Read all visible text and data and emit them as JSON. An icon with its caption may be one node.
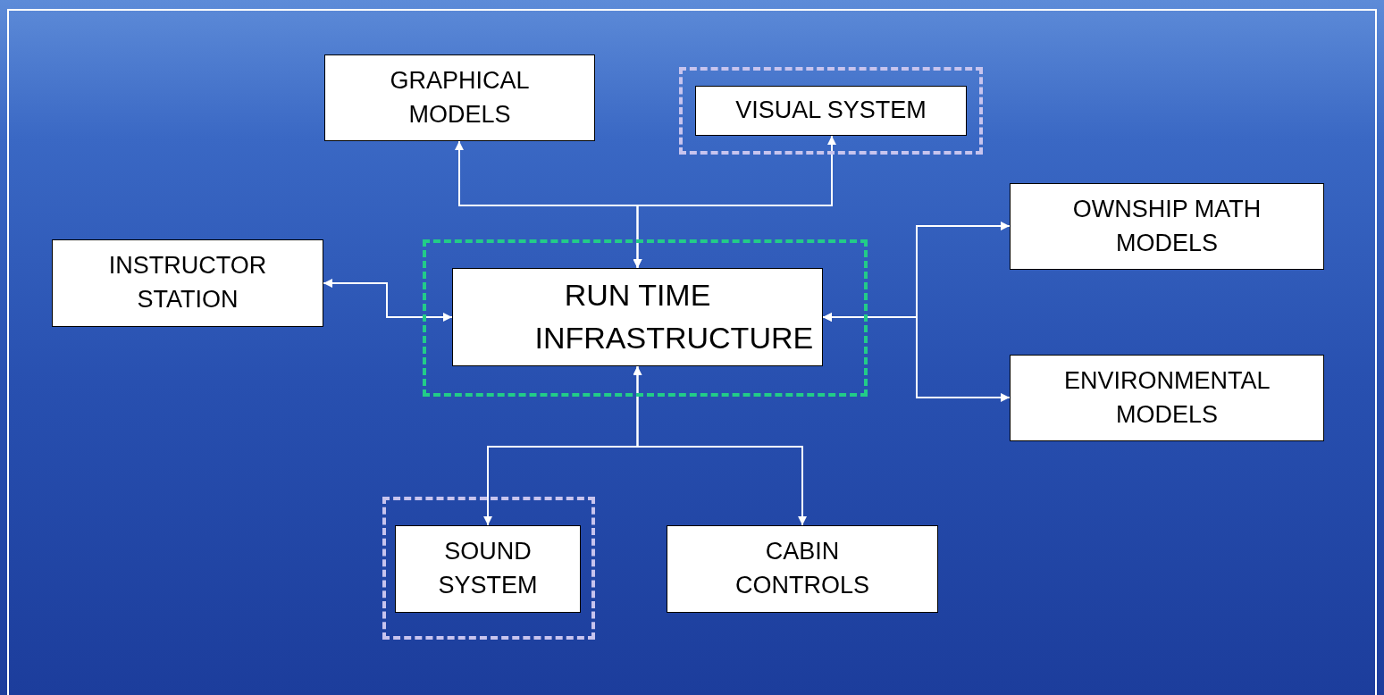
{
  "diagram": {
    "nodes": [
      {
        "text": [
          "GRAPHICAL MODELS"
        ]
      },
      {
        "text": [],
        "shape": "box"
      },
      {
        "text": [
          "VISUAL SYSTEM"
        ],
        "in": 1
      },
      {
        "text": [
          "OWNSHIP MATH MODELS"
        ]
      },
      {
        "text": [
          "INSTRUCTOR STATION"
        ]
      },
      {
        "text": [],
        "shape": "box"
      },
      {
        "text": [
          "RUN TIME INFRASTRUCTURE"
        ],
        "in": 5
      },
      {
        "text": [
          "ENVIRONMENTAL MODELS"
        ]
      },
      {
        "text": [],
        "shape": "box"
      },
      {
        "text": [
          "SOUND SYSTEM"
        ],
        "in": 8
      },
      {
        "text": [
          "CABIN CONTROLS"
        ]
      }
    ],
    "edges": [
      {
        "from": 6,
        "to": 0,
        "arrow": "both"
      },
      {
        "from": 6,
        "to": 2,
        "arrow": "both"
      },
      {
        "from": 4,
        "to": 6,
        "arrow": "both"
      },
      {
        "from": 6,
        "to": 3,
        "arrow": "both"
      },
      {
        "from": 6,
        "to": 7,
        "arrow": "both"
      },
      {
        "from": 6,
        "to": 9,
        "arrow": "both"
      },
      {
        "from": 6,
        "to": 10,
        "arrow": "both"
      }
    ]
  }
}
